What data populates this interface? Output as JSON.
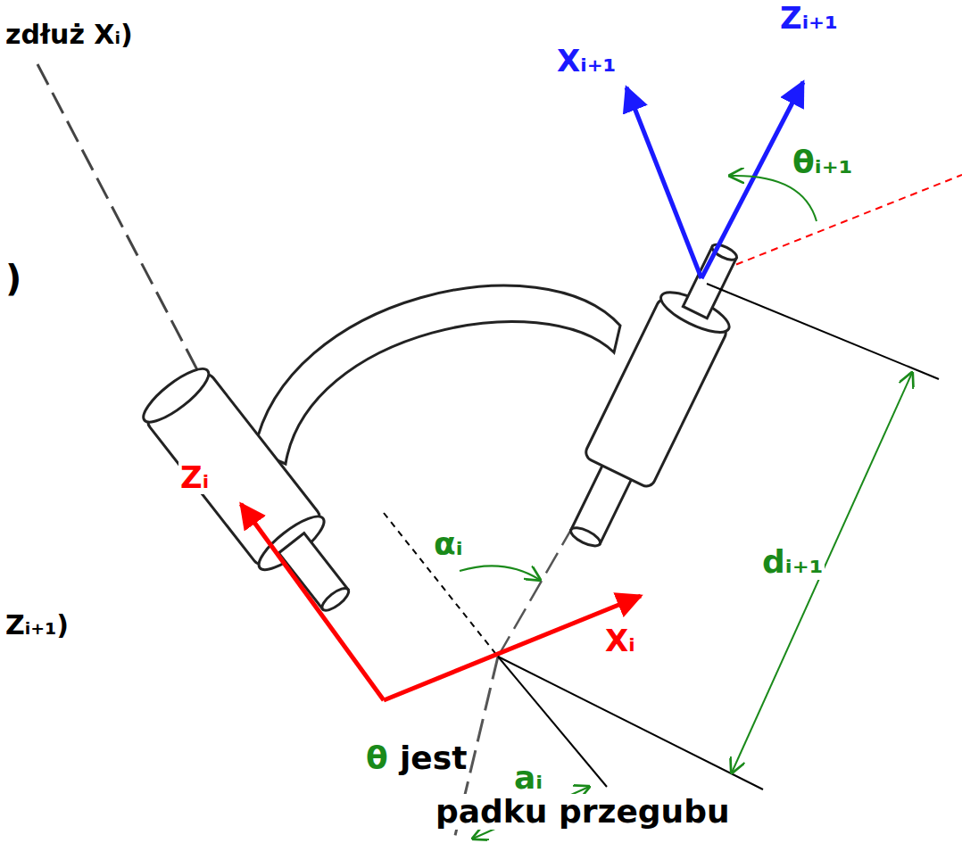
{
  "diagram": {
    "labels": [
      "zdłuż Xᵢ)",
      "Zᵢ₊₁",
      "Xᵢ₊₁",
      "θᵢ₊₁",
      ")",
      "Zᵢ",
      "αᵢ",
      "dᵢ₊₁",
      "Zᵢ₊₁)",
      "Xᵢ",
      "θ",
      "jest",
      "aᵢ",
      "padku przegubu"
    ]
  }
}
